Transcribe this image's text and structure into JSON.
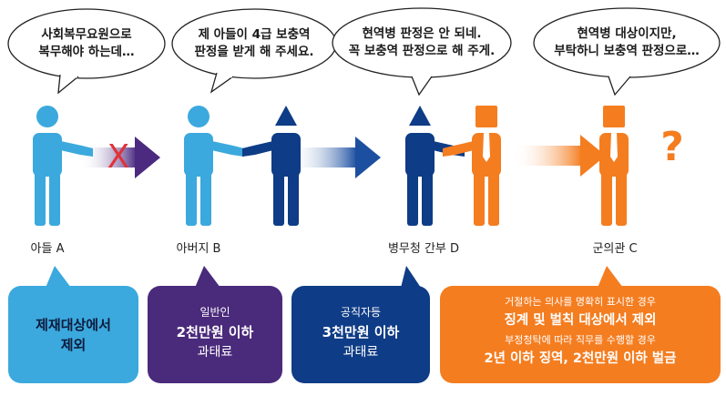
{
  "bubbles": {
    "son": [
      "사회복무요원으로",
      "복무해야 하는데…"
    ],
    "father": [
      "제 아들이 4급 보충역",
      "판정을 받게 해 주세요."
    ],
    "officer_d": [
      "현역병 판정은 안 되네.",
      "꼭 보충역 판정으로 해 주게."
    ],
    "doctor_c": [
      "현역병 대상이지만,",
      "부탁하니 보충역 판정으로…"
    ]
  },
  "people": {
    "son": "아들 A",
    "father": "아버지 B",
    "officer_d": "병무청 간부 D",
    "doctor_c": "군의관 C"
  },
  "marks": {
    "cross": "X",
    "question": "?"
  },
  "boxes": {
    "son": {
      "line1": "제재대상에서",
      "line2": "제외"
    },
    "father": {
      "line1": "일반인",
      "line2": "2천만원 이하",
      "line3": "과태료"
    },
    "officer_d": {
      "line1": "공직자등",
      "line2": "3천만원 이하",
      "line3": "과태료"
    },
    "doctor_c": {
      "line1": "거절하는 의사를 명확히 표시한 경우",
      "line2": "징계 및 벌칙 대상에서 제외",
      "line3": "부정청탁에 따라 직무를 수행할 경우",
      "line4": "2년 이하 징역, 2천만원 이하 벌금"
    }
  },
  "colors": {
    "light_blue": "#3ba9dd",
    "navy": "#0e3c86",
    "purple": "#4a2a7b",
    "orange": "#f47d20",
    "arrow_purple": "#4b2a80",
    "arrow_blue": "#1c4fa0",
    "cross_red": "#e0323a"
  }
}
